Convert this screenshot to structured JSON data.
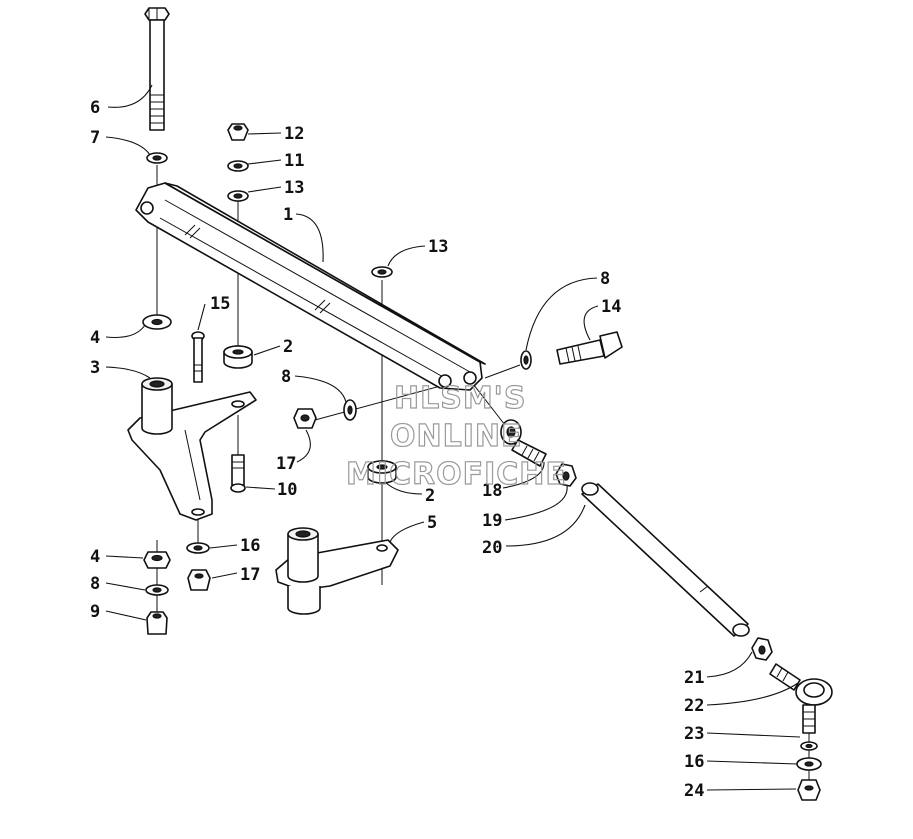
{
  "diagram": {
    "watermark_lines": [
      "HLSM'S",
      "ONLINE",
      "MICROFICHE"
    ],
    "callouts": [
      {
        "id": "c6",
        "label": "6"
      },
      {
        "id": "c7",
        "label": "7"
      },
      {
        "id": "c12",
        "label": "12"
      },
      {
        "id": "c11",
        "label": "11"
      },
      {
        "id": "c13a",
        "label": "13"
      },
      {
        "id": "c1",
        "label": "1"
      },
      {
        "id": "c13b",
        "label": "13"
      },
      {
        "id": "c8a",
        "label": "8"
      },
      {
        "id": "c14",
        "label": "14"
      },
      {
        "id": "c15",
        "label": "15"
      },
      {
        "id": "c4a",
        "label": "4"
      },
      {
        "id": "c2a",
        "label": "2"
      },
      {
        "id": "c3",
        "label": "3"
      },
      {
        "id": "c8b",
        "label": "8"
      },
      {
        "id": "c17a",
        "label": "17"
      },
      {
        "id": "c10",
        "label": "10"
      },
      {
        "id": "c2b",
        "label": "2"
      },
      {
        "id": "c18",
        "label": "18"
      },
      {
        "id": "c19",
        "label": "19"
      },
      {
        "id": "c5",
        "label": "5"
      },
      {
        "id": "c20",
        "label": "20"
      },
      {
        "id": "c4b",
        "label": "4"
      },
      {
        "id": "c16a",
        "label": "16"
      },
      {
        "id": "c8c",
        "label": "8"
      },
      {
        "id": "c17b",
        "label": "17"
      },
      {
        "id": "c9",
        "label": "9"
      },
      {
        "id": "c21",
        "label": "21"
      },
      {
        "id": "c22",
        "label": "22"
      },
      {
        "id": "c23",
        "label": "23"
      },
      {
        "id": "c16b",
        "label": "16"
      },
      {
        "id": "c24",
        "label": "24"
      }
    ]
  }
}
